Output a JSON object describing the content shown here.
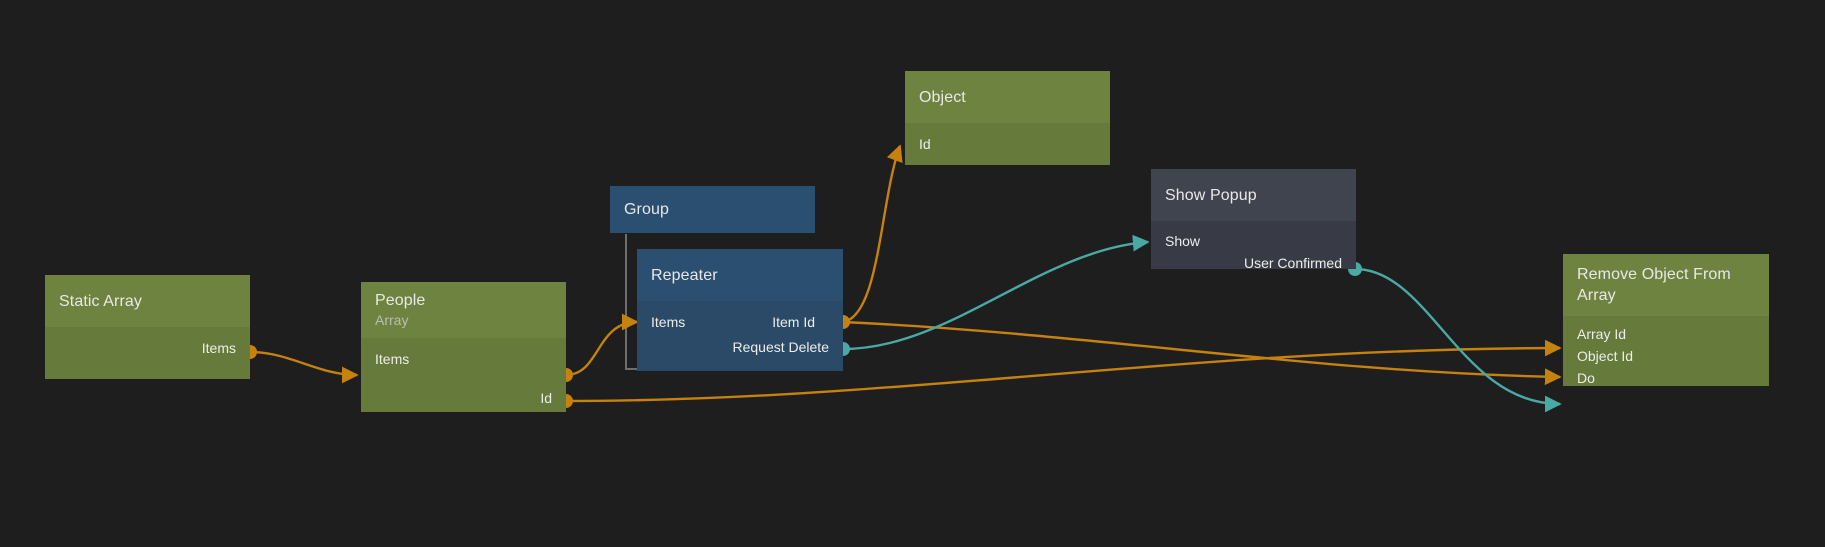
{
  "app": {
    "type": "node-graph-editor",
    "canvas_background": "#1e1e1e"
  },
  "palette": {
    "data_edge": "#c5820f",
    "signal_edge": "#4aa9a2",
    "green_header": "#6f8340",
    "green_body": "#667a3c",
    "blue_header": "#2a4f70",
    "blue_body": "#2a4a68",
    "slate_header": "#40444f",
    "slate_body": "#383b45",
    "group_bracket": "#6e6e6e",
    "label_text": "#eceee8",
    "subtitle_text": "#b9bfae"
  },
  "nodes": [
    {
      "id": "static-array",
      "title": "Static Array",
      "subtitle": "",
      "style": "green",
      "outputs": [
        {
          "label": "Items",
          "kind": "data"
        }
      ],
      "inputs": []
    },
    {
      "id": "people",
      "title": "People",
      "subtitle": "Array",
      "style": "green",
      "inputs": [
        {
          "label": "Items",
          "kind": "data"
        }
      ],
      "outputs": [
        {
          "label": "",
          "kind": "data"
        },
        {
          "label": "Id",
          "kind": "data"
        }
      ]
    },
    {
      "id": "group",
      "title": "Group",
      "subtitle": "",
      "style": "blue",
      "inputs": [],
      "outputs": []
    },
    {
      "id": "repeater",
      "title": "Repeater",
      "subtitle": "",
      "style": "blue",
      "inputs": [
        {
          "label": "Items",
          "kind": "data"
        }
      ],
      "outputs": [
        {
          "label": "Item Id",
          "kind": "data"
        },
        {
          "label": "Request Delete",
          "kind": "signal"
        }
      ]
    },
    {
      "id": "object",
      "title": "Object",
      "subtitle": "",
      "style": "green",
      "inputs": [
        {
          "label": "Id",
          "kind": "data"
        }
      ],
      "outputs": []
    },
    {
      "id": "show-popup",
      "title": "Show Popup",
      "subtitle": "",
      "style": "slate",
      "inputs": [
        {
          "label": "Show",
          "kind": "signal"
        }
      ],
      "outputs": [
        {
          "label": "User Confirmed",
          "kind": "signal"
        }
      ]
    },
    {
      "id": "remove-object-from-array",
      "title": "Remove Object From Array",
      "subtitle": "",
      "style": "green",
      "inputs": [
        {
          "label": "Array Id",
          "kind": "data"
        },
        {
          "label": "Object Id",
          "kind": "data"
        },
        {
          "label": "Do",
          "kind": "signal"
        }
      ],
      "outputs": []
    }
  ],
  "edges": [
    {
      "from": "static-array.Items",
      "to": "people.Items",
      "kind": "data"
    },
    {
      "from": "people.Items",
      "to": "repeater.Items",
      "kind": "data"
    },
    {
      "from": "repeater.Item Id",
      "to": "object.Id",
      "kind": "data"
    },
    {
      "from": "repeater.Item Id",
      "to": "remove-object-from-array.Object Id",
      "kind": "data"
    },
    {
      "from": "repeater.Request Delete",
      "to": "show-popup.Show",
      "kind": "signal"
    },
    {
      "from": "people.Id",
      "to": "remove-object-from-array.Array Id",
      "kind": "data"
    },
    {
      "from": "show-popup.User Confirmed",
      "to": "remove-object-from-array.Do",
      "kind": "signal"
    }
  ]
}
